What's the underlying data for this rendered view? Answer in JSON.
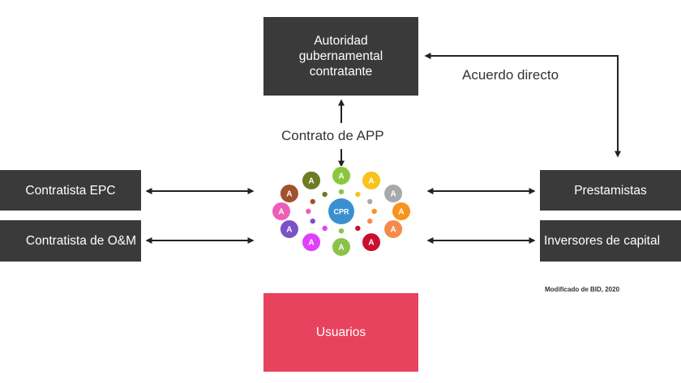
{
  "nodes": {
    "authority": "Autoridad\ngubernamental\ncontratante",
    "epc": "Contratista EPC",
    "om": "Contratista de O&M",
    "lenders": "Prestamistas",
    "investors": "Inversores de capital",
    "users": "Usuarios",
    "spv": "CPR",
    "satellite_letter": "A"
  },
  "labels": {
    "ppp_contract": "Contrato de APP",
    "direct_agreement": "Acuerdo directo"
  },
  "source_note": "Modificado de BID, 2020",
  "colors": {
    "dark_box": "#3a3a3a",
    "users_box": "#e8435e",
    "center": "#3b8fd0",
    "satellites": [
      "#8cc63f",
      "#f7c31c",
      "#a7a9ac",
      "#f7941d",
      "#f58a4b",
      "#c8102e",
      "#8bc34a",
      "#e040fb",
      "#7b52c7",
      "#ec5fb8",
      "#a0522d",
      "#6b7c22"
    ]
  }
}
